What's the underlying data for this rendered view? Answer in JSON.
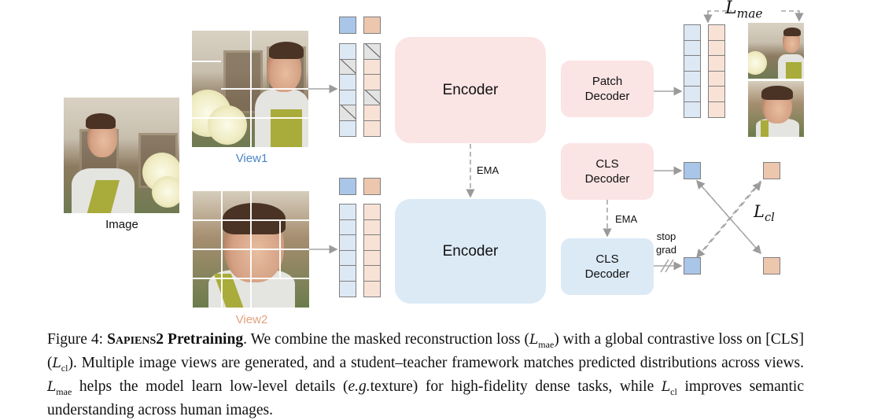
{
  "figure": {
    "input_image_label": "Image",
    "view1_label": "View1",
    "view2_label": "View2",
    "view1_label_color": "#4a86c8",
    "view2_label_color": "#e3a07e",
    "student_encoder_label": "Encoder",
    "teacher_encoder_label": "Encoder",
    "encoder_ema_label": "EMA",
    "patch_decoder_label": "Patch\nDecoder",
    "student_cls_decoder_label": "CLS\nDecoder",
    "teacher_cls_decoder_label": "CLS\nDecoder",
    "decoder_ema_label": "EMA",
    "stop_grad_label": "stop\ngrad",
    "mae_loss_symbol": "L",
    "mae_loss_subscript": "mae",
    "cl_loss_symbol": "L",
    "cl_loss_subscript": "cl",
    "view1_tokens": {
      "blue_column": [
        "visible",
        "masked",
        "visible",
        "visible",
        "masked",
        "visible"
      ],
      "orange_column": [
        "masked",
        "visible",
        "visible",
        "masked",
        "visible",
        "visible"
      ]
    },
    "view2_tokens": {
      "blue_column": [
        "visible",
        "visible",
        "visible",
        "visible",
        "visible",
        "visible"
      ],
      "orange_column": [
        "visible",
        "visible",
        "visible",
        "visible",
        "visible",
        "visible"
      ]
    },
    "reconstruction_tokens": {
      "blue_column": [
        "visible",
        "visible",
        "visible",
        "visible",
        "visible",
        "visible"
      ],
      "orange_column": [
        "visible",
        "visible",
        "visible",
        "visible",
        "visible",
        "visible"
      ]
    },
    "colors": {
      "student_box": "#fbe4e4",
      "teacher_box": "#dceaf6",
      "cls_token_blue": "#a9c5e8",
      "cls_token_orange": "#edc6ae"
    }
  },
  "caption": {
    "prefix": "Figure 4: ",
    "title_smallcaps": "Sapiens",
    "title_bold": "2 Pretraining",
    "part1": ". We combine the masked reconstruction loss (",
    "part2": ") with a global contrastive loss on [CLS] (",
    "part3": "). Multiple image views are generated, and a student–teacher framework matches predicted distributions across views. ",
    "part4": " helps the model learn low-level details (",
    "eg": "e.g.",
    "part5": "texture) for high-fidelity dense tasks, while ",
    "part6": " improves semantic understanding across human images.",
    "L_symbol": "L",
    "mae_sub": "mae",
    "cl_sub": "cl"
  }
}
